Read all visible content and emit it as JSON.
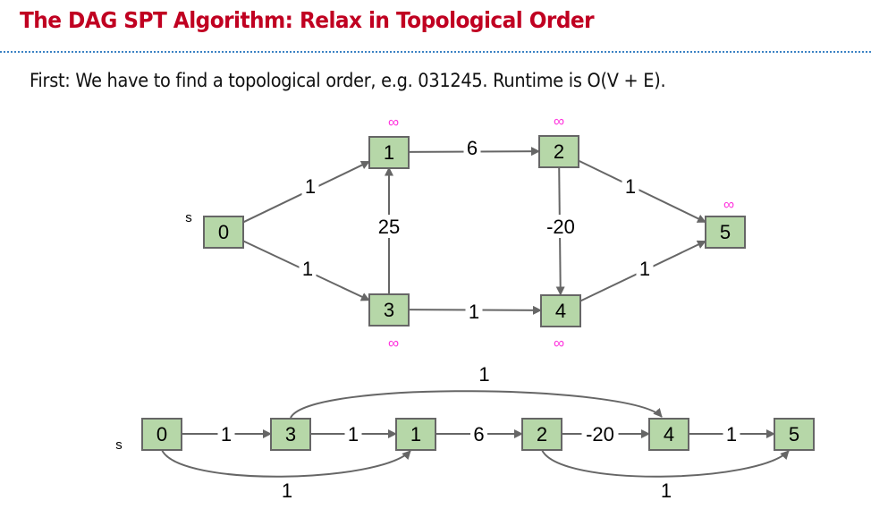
{
  "slide": {
    "title": "The DAG SPT Algorithm: Relax in Topological Order",
    "subtitle": "First: We have to find a topological order, e.g. 031245. Runtime is O(V + E)."
  },
  "colors": {
    "title": "#c00021",
    "node_fill": "#b6d7a8",
    "node_stroke": "#666666",
    "edge": "#666666",
    "dist": "#ff33dd",
    "rule": "#3b82c4"
  },
  "graph": {
    "source_label": "s",
    "nodes": [
      {
        "id": "0",
        "dist": ""
      },
      {
        "id": "1",
        "dist": "∞"
      },
      {
        "id": "2",
        "dist": "∞"
      },
      {
        "id": "3",
        "dist": "∞"
      },
      {
        "id": "4",
        "dist": "∞"
      },
      {
        "id": "5",
        "dist": "∞"
      }
    ],
    "edges": [
      {
        "from": "0",
        "to": "1",
        "weight": "1"
      },
      {
        "from": "0",
        "to": "3",
        "weight": "1"
      },
      {
        "from": "3",
        "to": "1",
        "weight": "25"
      },
      {
        "from": "1",
        "to": "2",
        "weight": "6"
      },
      {
        "from": "3",
        "to": "4",
        "weight": "1"
      },
      {
        "from": "2",
        "to": "4",
        "weight": "-20"
      },
      {
        "from": "2",
        "to": "5",
        "weight": "1"
      },
      {
        "from": "4",
        "to": "5",
        "weight": "1"
      }
    ]
  },
  "topological": {
    "source_label": "s",
    "order": [
      "0",
      "3",
      "1",
      "2",
      "4",
      "5"
    ],
    "edges": [
      {
        "from": "0",
        "to": "3",
        "weight": "1"
      },
      {
        "from": "3",
        "to": "1",
        "weight": "1"
      },
      {
        "from": "1",
        "to": "2",
        "weight": "6"
      },
      {
        "from": "2",
        "to": "4",
        "weight": "-20"
      },
      {
        "from": "4",
        "to": "5",
        "weight": "1"
      },
      {
        "from": "3",
        "to": "4",
        "weight": "1"
      },
      {
        "from": "0",
        "to": "1",
        "weight": "1"
      },
      {
        "from": "2",
        "to": "5",
        "weight": "1"
      }
    ]
  }
}
